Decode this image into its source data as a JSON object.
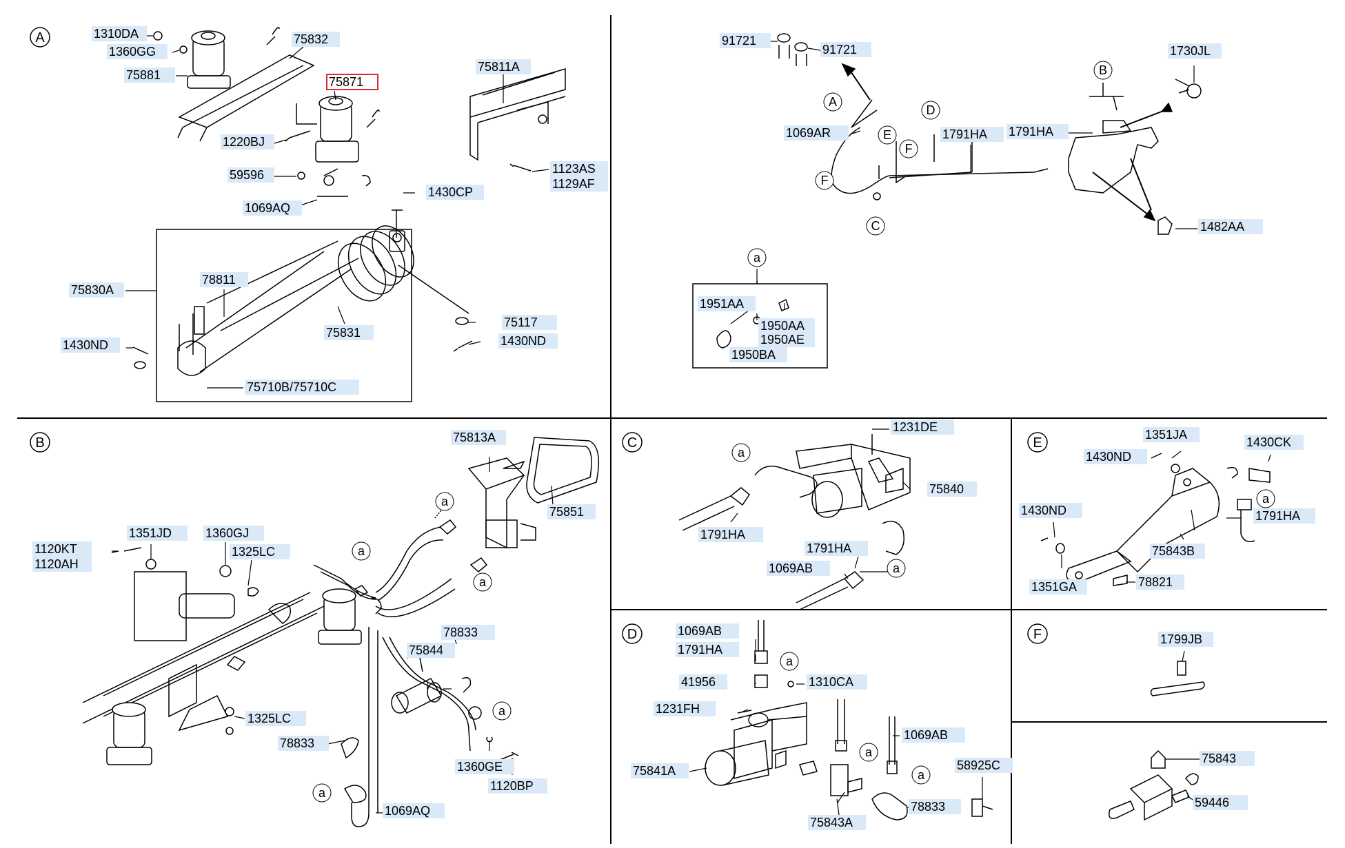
{
  "sections": {
    "A": "A",
    "B": "B",
    "C": "C",
    "D": "D",
    "E": "E",
    "F": "F"
  },
  "highlight_color": "#d9e9f8",
  "selected_color": "#e0282e",
  "markers": {
    "a": "a",
    "B": "B",
    "C": "C",
    "D": "D",
    "E": "E",
    "F": "F",
    "A": "A"
  },
  "parts": {
    "p1310DA": "1310DA",
    "p1360GG": "1360GG",
    "p75881": "75881",
    "p75832": "75832",
    "p75871": "75871",
    "p1220BJ": "1220BJ",
    "p59596": "59596",
    "p1069AQ_a": "1069AQ",
    "p1430CP": "1430CP",
    "p75811A": "75811A",
    "p1123AS": "1123AS",
    "p1129AF": "1129AF",
    "p75830A": "75830A",
    "p78811": "78811",
    "p75831": "75831",
    "p1430ND_a1": "1430ND",
    "p75117": "75117",
    "p1430ND_a2": "1430ND",
    "p75710": "75710B/75710C",
    "p91721_1": "91721",
    "p91721_2": "91721",
    "p1730JL": "1730JL",
    "p1069AR": "1069AR",
    "p1791HA_t1": "1791HA",
    "p1791HA_t2": "1791HA",
    "p1482AA": "1482AA",
    "p1951AA": "1951AA",
    "p1950AA": "1950AA",
    "p1950AE": "1950AE",
    "p1950BA": "1950BA",
    "p75813A": "75813A",
    "p75851": "75851",
    "p1120KT": "1120KT",
    "p1120AH": "1120AH",
    "p1351JD": "1351JD",
    "p1360GJ": "1360GJ",
    "p1325LC_1": "1325LC",
    "p78833_b1": "78833",
    "p75844": "75844",
    "p1325LC_2": "1325LC",
    "p78833_b2": "78833",
    "p1360GE": "1360GE",
    "p1120BP": "1120BP",
    "p1069AQ_b": "1069AQ",
    "p1231DE": "1231DE",
    "p75840": "75840",
    "p1791HA_c1": "1791HA",
    "p1791HA_c2": "1791HA",
    "p1069AB_c": "1069AB",
    "p1351JA": "1351JA",
    "p1430CK": "1430CK",
    "p1430ND_e1": "1430ND",
    "p1430ND_e2": "1430ND",
    "p1791HA_e": "1791HA",
    "p75843B": "75843B",
    "p1351GA": "1351GA",
    "p78821": "78821",
    "p1069AB_d1": "1069AB",
    "p1791HA_d": "1791HA",
    "p41956": "41956",
    "p1310CA": "1310CA",
    "p1231FH": "1231FH",
    "p1069AB_d2": "1069AB",
    "p58925C": "58925C",
    "p75841A": "75841A",
    "p78833_d": "78833",
    "p75843A": "75843A",
    "p1799JB": "1799JB",
    "p75843": "75843",
    "p59446": "59446"
  }
}
